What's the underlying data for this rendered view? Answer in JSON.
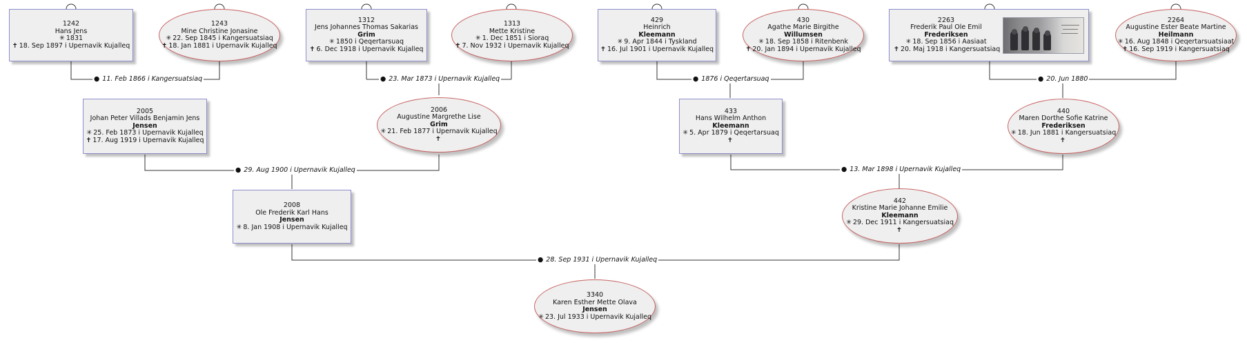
{
  "persons": [
    {
      "key": "p1242",
      "id": "1242",
      "first": "Hans Jens",
      "surname": "",
      "birth": "1831",
      "death": "18. Sep 1897 i  Upernavik Kujalleq"
    },
    {
      "key": "p1243",
      "id": "1243",
      "first": "Mine Christine Jonasine",
      "surname": "",
      "birth": "22. Sep 1845 i  Kangersuatsiaq",
      "death": "18. Jan 1881 i  Upernavik Kujalleq"
    },
    {
      "key": "p1312",
      "id": "1312",
      "first": "Jens Johannes Thomas Sakarias",
      "surname": "Grim",
      "birth": "1850 i  Qeqertarsuaq",
      "death": "6. Dec 1918 i  Upernavik Kujalleq"
    },
    {
      "key": "p1313",
      "id": "1313",
      "first": "Mette Kristine",
      "surname": "",
      "birth": "1. Dec 1851 i  Sioraq",
      "death": "7. Nov 1932 i  Upernavik Kujalleq"
    },
    {
      "key": "p429",
      "id": "429",
      "first": "Heinrich",
      "surname": "Kleemann",
      "birth": "9. Apr 1844 i  Tyskland",
      "death": "16. Jul 1901 i  Upernavik Kujalleq"
    },
    {
      "key": "p430",
      "id": "430",
      "first": "Agathe Marie Birgithe",
      "surname": "Willumsen",
      "birth": "18. Sep 1858 i  Ritenbenk",
      "death": "20. Jan 1894 i  Upernavik Kujalleq"
    },
    {
      "key": "p2263",
      "id": "2263",
      "first": "Frederik Paul Ole Emil",
      "surname": "Frederiksen",
      "birth": "18. Sep 1856 i  Aasiaat",
      "death": "20. Maj 1918 i  Kangersuatsiaq"
    },
    {
      "key": "p2264",
      "id": "2264",
      "first": "Augustine Ester Beate Martine",
      "surname": "Heilmann",
      "birth": "16. Aug 1848 i  Qeqertarsuatsiaat",
      "death": "16. Sep 1919 i  Kangersuatsiaq"
    },
    {
      "key": "p2005",
      "id": "2005",
      "first": "Johan Peter Villads Benjamin Jens",
      "surname": "Jensen",
      "birth": "25. Feb 1873 i  Upernavik Kujalleq",
      "death": "17. Aug 1919 i  Upernavik Kujalleq"
    },
    {
      "key": "p2006",
      "id": "2006",
      "first": "Augustine Margrethe Lise",
      "surname": "Grim",
      "birth": "21. Feb 1877 i  Upernavik Kujalleq",
      "death": ""
    },
    {
      "key": "p433",
      "id": "433",
      "first": "Hans Wilhelm Anthon",
      "surname": "Kleemann",
      "birth": "5. Apr 1879 i  Qeqertarsuaq",
      "death": ""
    },
    {
      "key": "p440",
      "id": "440",
      "first": "Maren Dorthe Sofie Katrine",
      "surname": "Frederiksen",
      "birth": "18. Jun 1881 i  Kangersuatsiaq",
      "death": ""
    },
    {
      "key": "p2008",
      "id": "2008",
      "first": "Ole Frederik Karl Hans",
      "surname": "Jensen",
      "birth": "8. Jan 1908 i  Upernavik Kujalleq"
    },
    {
      "key": "p442",
      "id": "442",
      "first": "Kristine Marie Johanne Emilie",
      "surname": "Kleemann",
      "birth": "29. Dec 1911 i  Kangersuatsiaq",
      "death": ""
    },
    {
      "key": "p3340",
      "id": "3340",
      "first": "Karen Esther Mette Olava",
      "surname": "Jensen",
      "birth": "23. Jul 1933 i  Upernavik Kujalleq"
    }
  ],
  "marriages": [
    {
      "key": "m1",
      "text": "11. Feb 1866 i  Kangersuatsiaq"
    },
    {
      "key": "m2",
      "text": "23. Mar 1873 i  Upernavik Kujalleq"
    },
    {
      "key": "m3",
      "text": "1876 i  Qeqertarsuaq"
    },
    {
      "key": "m4",
      "text": "20. Jun 1880"
    },
    {
      "key": "m5",
      "text": "29. Aug 1900 i  Upernavik Kujalleq"
    },
    {
      "key": "m6",
      "text": "13. Mar 1898 i  Upernavik Kujalleq"
    },
    {
      "key": "m7",
      "text": "28. Sep 1931 i  Upernavik Kujalleq"
    }
  ],
  "symbols": {
    "birth": "✳",
    "death": "✝",
    "marriage": "●"
  }
}
